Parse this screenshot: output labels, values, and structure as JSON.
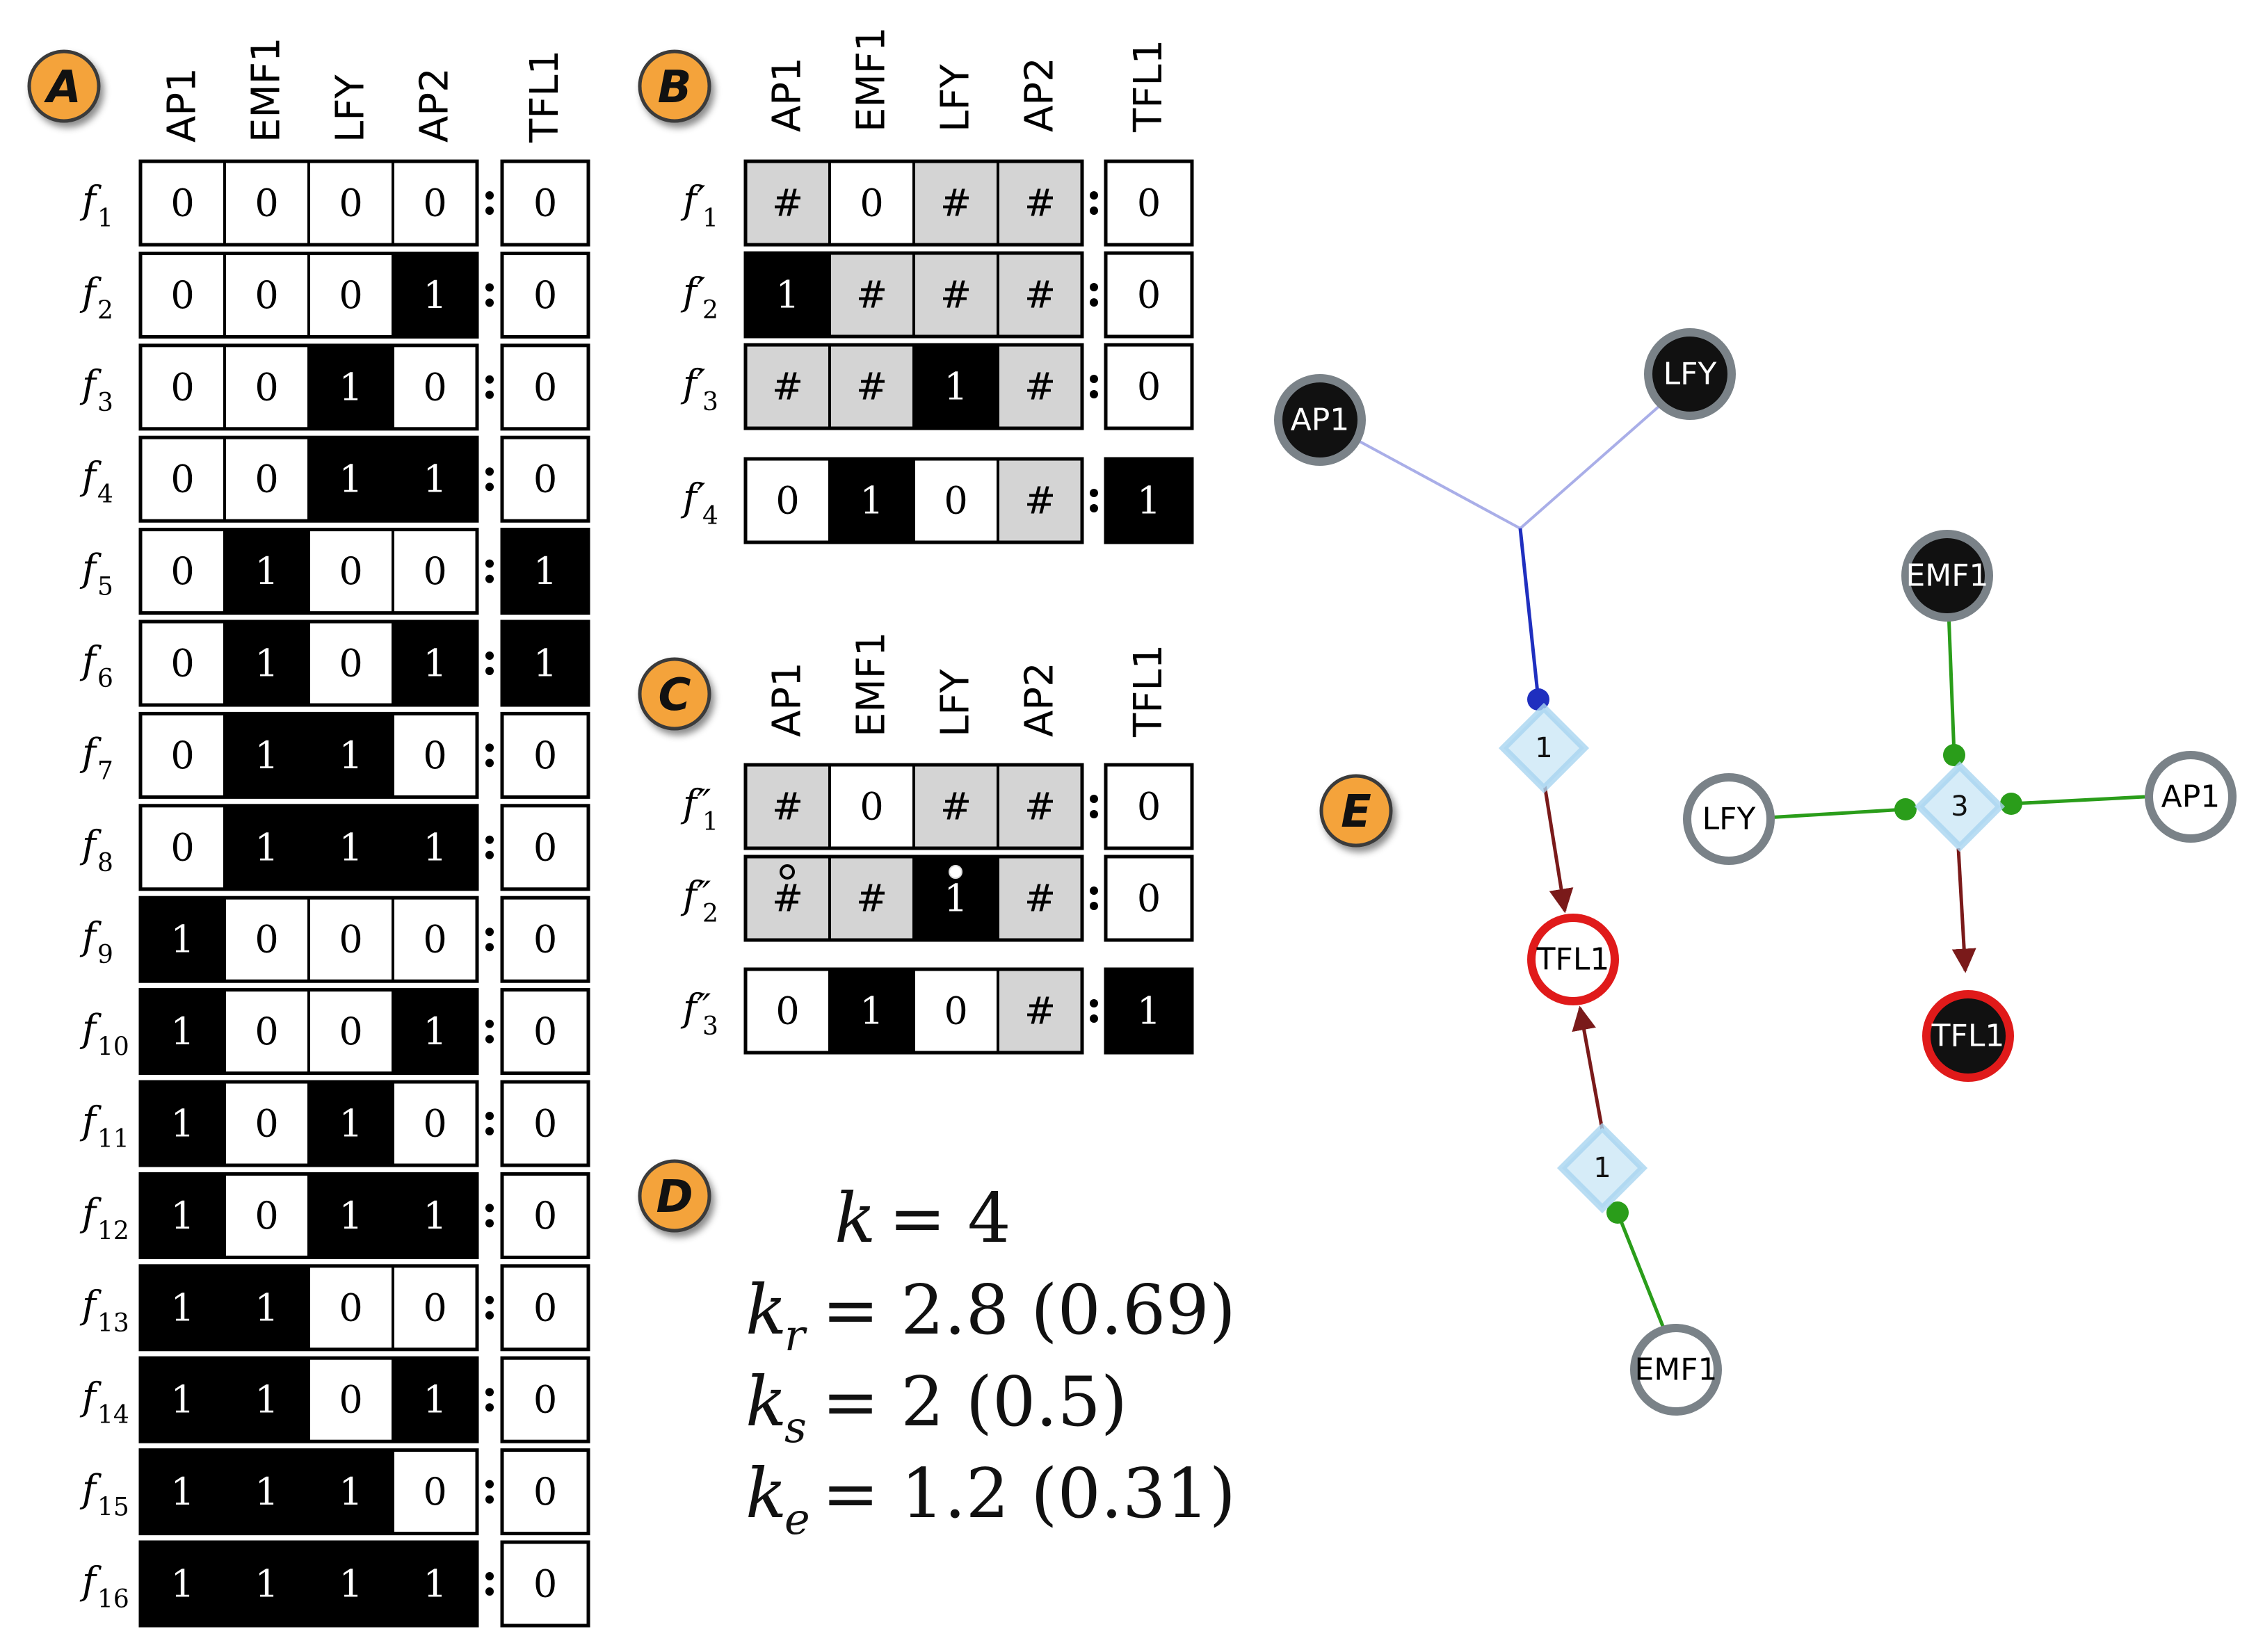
{
  "panels": {
    "A": {
      "badge": "A",
      "headers": [
        "AP1",
        "EMF1",
        "LFY",
        "AP2"
      ],
      "target": "TFL1",
      "rows": [
        {
          "label": "f",
          "sub": "1",
          "cells": [
            "0",
            "0",
            "0",
            "0"
          ],
          "out": "0"
        },
        {
          "label": "f",
          "sub": "2",
          "cells": [
            "0",
            "0",
            "0",
            "1"
          ],
          "out": "0"
        },
        {
          "label": "f",
          "sub": "3",
          "cells": [
            "0",
            "0",
            "1",
            "0"
          ],
          "out": "0"
        },
        {
          "label": "f",
          "sub": "4",
          "cells": [
            "0",
            "0",
            "1",
            "1"
          ],
          "out": "0"
        },
        {
          "label": "f",
          "sub": "5",
          "cells": [
            "0",
            "1",
            "0",
            "0"
          ],
          "out": "1"
        },
        {
          "label": "f",
          "sub": "6",
          "cells": [
            "0",
            "1",
            "0",
            "1"
          ],
          "out": "1"
        },
        {
          "label": "f",
          "sub": "7",
          "cells": [
            "0",
            "1",
            "1",
            "0"
          ],
          "out": "0"
        },
        {
          "label": "f",
          "sub": "8",
          "cells": [
            "0",
            "1",
            "1",
            "1"
          ],
          "out": "0"
        },
        {
          "label": "f",
          "sub": "9",
          "cells": [
            "1",
            "0",
            "0",
            "0"
          ],
          "out": "0"
        },
        {
          "label": "f",
          "sub": "10",
          "cells": [
            "1",
            "0",
            "0",
            "1"
          ],
          "out": "0"
        },
        {
          "label": "f",
          "sub": "11",
          "cells": [
            "1",
            "0",
            "1",
            "0"
          ],
          "out": "0"
        },
        {
          "label": "f",
          "sub": "12",
          "cells": [
            "1",
            "0",
            "1",
            "1"
          ],
          "out": "0"
        },
        {
          "label": "f",
          "sub": "13",
          "cells": [
            "1",
            "1",
            "0",
            "0"
          ],
          "out": "0"
        },
        {
          "label": "f",
          "sub": "14",
          "cells": [
            "1",
            "1",
            "0",
            "1"
          ],
          "out": "0"
        },
        {
          "label": "f",
          "sub": "15",
          "cells": [
            "1",
            "1",
            "1",
            "0"
          ],
          "out": "0"
        },
        {
          "label": "f",
          "sub": "16",
          "cells": [
            "1",
            "1",
            "1",
            "1"
          ],
          "out": "0"
        }
      ]
    },
    "B": {
      "badge": "B",
      "headers": [
        "AP1",
        "EMF1",
        "LFY",
        "AP2"
      ],
      "target": "TFL1",
      "rows": [
        {
          "label": "f′",
          "sub": "1",
          "cells": [
            "#",
            "0",
            "#",
            "#"
          ],
          "out": "0"
        },
        {
          "label": "f′",
          "sub": "2",
          "cells": [
            "1",
            "#",
            "#",
            "#"
          ],
          "out": "0"
        },
        {
          "label": "f′",
          "sub": "3",
          "cells": [
            "#",
            "#",
            "1",
            "#"
          ],
          "out": "0"
        },
        {
          "label": "f′",
          "sub": "4",
          "cells": [
            "0",
            "1",
            "0",
            "#"
          ],
          "out": "1"
        }
      ]
    },
    "C": {
      "badge": "C",
      "headers": [
        "AP1",
        "EMF1",
        "LFY",
        "AP2"
      ],
      "target": "TFL1",
      "rows": [
        {
          "label": "f″",
          "sub": "1",
          "cells": [
            "#",
            "0",
            "#",
            "#"
          ],
          "out": "0"
        },
        {
          "label": "f″",
          "sub": "2",
          "cells": [
            "#",
            "#",
            "1",
            "#"
          ],
          "out": "0"
        },
        {
          "label": "f″",
          "sub": "3",
          "cells": [
            "0",
            "1",
            "0",
            "#"
          ],
          "out": "1"
        }
      ]
    },
    "D": {
      "badge": "D",
      "equations": [
        {
          "symbol": "k",
          "sub": "",
          "rhs": "= 4"
        },
        {
          "symbol": "k",
          "sub": "r",
          "rhs": "= 2.8 (0.69)"
        },
        {
          "symbol": "k",
          "sub": "s",
          "rhs": "= 2 (0.5)"
        },
        {
          "symbol": "k",
          "sub": "e",
          "rhs": "= 1.2 (0.31)"
        }
      ]
    },
    "E": {
      "badge": "E",
      "nodes": {
        "ap1_left": "AP1",
        "lfy_top": "LFY",
        "tfl1_left": "TFL1",
        "emf1_bottom": "EMF1",
        "emf1_right": "EMF1",
        "lfy_right": "LFY",
        "ap1_right": "AP1",
        "tfl1_right": "TFL1"
      },
      "diamonds": {
        "d_top": "1",
        "d_bottom": "1",
        "d_right": "3"
      }
    }
  },
  "colors": {
    "badge_fill": "#f4a33a",
    "gray_cell": "#d4d4d4",
    "black_cell": "#000000",
    "node_ring_gray": "#7a8288",
    "node_ring_red": "#e01a1a",
    "edge_blue": "#1f2fbf",
    "edge_lightblue": "#a9aee8",
    "edge_green": "#2a9d1a",
    "edge_darkred": "#7a1a1a",
    "diamond_fill": "#d6ecf8"
  }
}
